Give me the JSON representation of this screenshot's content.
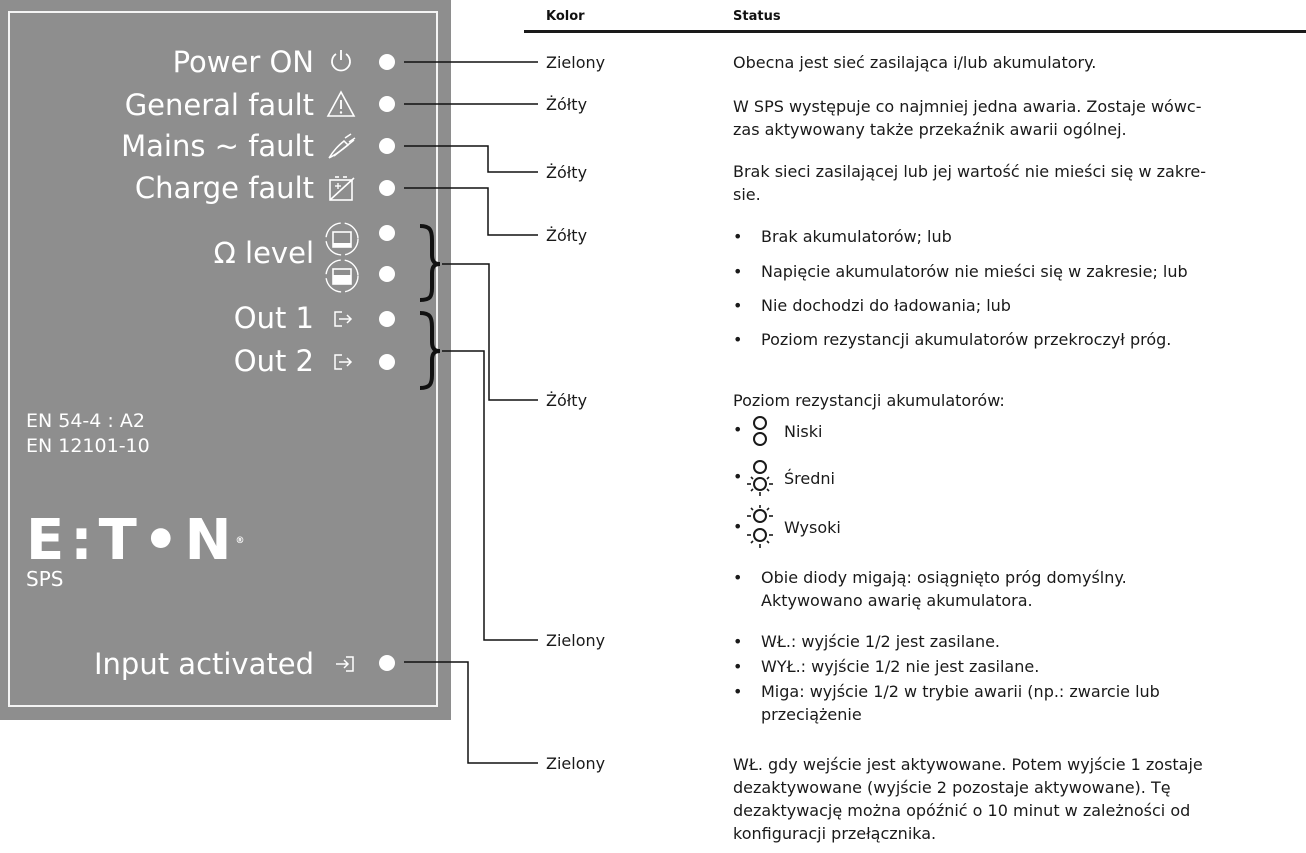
{
  "panel": {
    "labels": [
      "Power ON",
      "General fault",
      "Mains ~ fault",
      "Charge fault",
      "Ω level",
      "Out 1",
      "Out 2",
      "Input activated"
    ],
    "icons": [
      "power-icon",
      "warning-icon",
      "mains-fault-icon",
      "charge-fault-icon",
      "battery-level-icon",
      "output-icon",
      "output-icon",
      "input-icon"
    ],
    "norm1": "EN 54-4 : A2",
    "norm2": "EN 12101-10",
    "brand": "E:T•N",
    "brand_reg": "®",
    "product": "SPS"
  },
  "table": {
    "col_color": "Kolor",
    "col_status": "Status",
    "rows": [
      {
        "color": "Zielony",
        "status": "Obecna jest sieć zasilająca i/lub akumulatory."
      },
      {
        "color": "Żółty",
        "status_1": "W SPS występuje co najmniej jedna awaria. Zostaje wówc-",
        "status_2": "zas aktywowany także przekaźnik awarii ogólnej."
      },
      {
        "color": "Żółty",
        "status_1": "Brak sieci zasilającej lub jej wartość nie mieści się w zakre-",
        "status_2": "sie."
      },
      {
        "color": "Żółty",
        "bullets": [
          "Brak akumulatorów; lub",
          "Napięcie akumulatorów nie mieści się w zakresie; lub",
          "Nie dochodzi do ładowania; lub",
          "Poziom rezystancji akumulatorów przekroczył próg."
        ]
      },
      {
        "color": "Żółty",
        "intro": "Poziom rezystancji akumulatorów:",
        "levels": [
          "Niski",
          "Średni",
          "Wysoki"
        ],
        "note_1": "Obie diody migają: osiągnięto próg domyślny.",
        "note_2": "Aktywowano awarię akumulatora."
      },
      {
        "color": "Zielony",
        "bullets_1": "WŁ.: wyjście 1/2 jest zasilane.",
        "bullets_2": "WYŁ.: wyjście 1/2 nie jest zasilane.",
        "bullets_3a": "Miga: wyjście 1/2 w trybie awarii (np.: zwarcie lub",
        "bullets_3b": "przeciążenie"
      },
      {
        "color": "Zielony",
        "lines": [
          "WŁ. gdy wejście jest aktywowane. Potem wyjście 1 zostaje",
          "dezaktywowane (wyjście 2 pozostaje aktywowane). Tę",
          "dezaktywację można opóźnić o 10 minut w zależności od",
          "konfiguracji przełącznika."
        ]
      }
    ]
  },
  "colors": {
    "panel": "#8e8e8e",
    "led": "#ffffff",
    "text": "#1a1a1a",
    "brace": "#111111"
  }
}
